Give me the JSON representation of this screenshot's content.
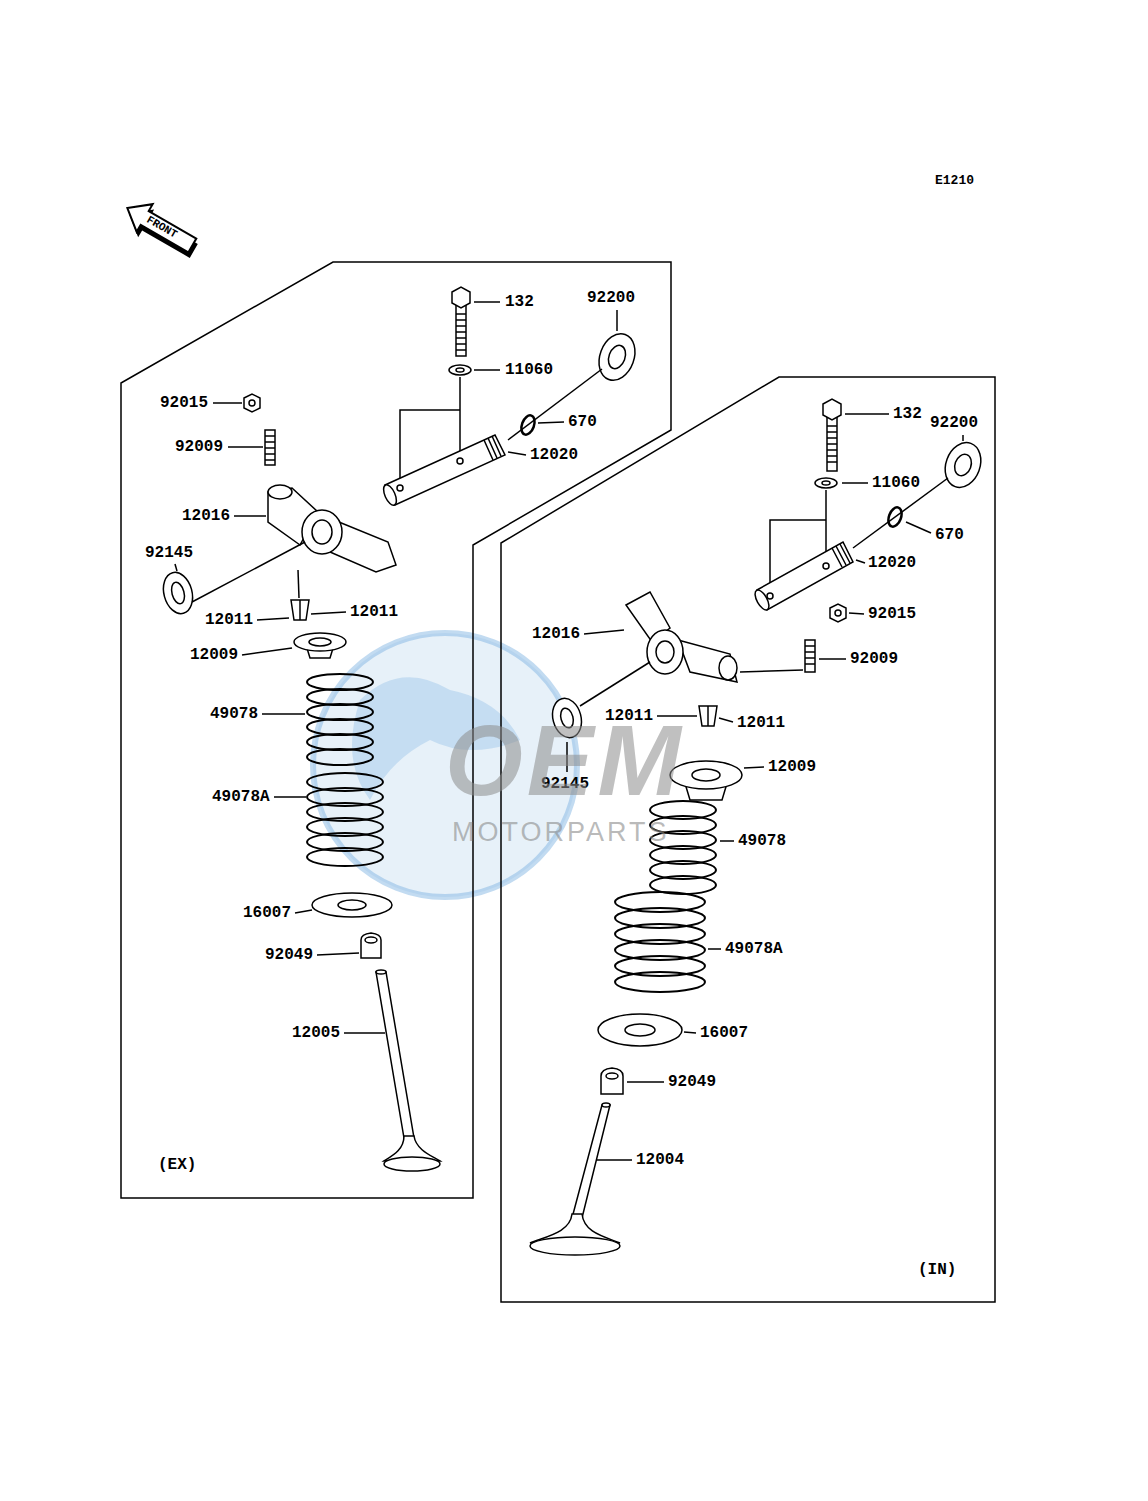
{
  "diagram": {
    "nodes": [
      {
        "text": [
          "(EX)"
        ]
      },
      {
        "text": [
          "(IN)"
        ]
      }
    ],
    "labels": [
      "E1210",
      "FRONT",
      "132",
      "92200",
      "11060",
      "92015",
      "670",
      "92009",
      "12020",
      "12016",
      "92145",
      "12011",
      "12011",
      "12009",
      "49078",
      "49078A",
      "16007",
      "92049",
      "12005",
      "132",
      "92200",
      "11060",
      "670",
      "12020",
      "12016",
      "92015",
      "92009",
      "12011",
      "12011",
      "92145",
      "12009",
      "49078",
      "49078A",
      "16007",
      "92049",
      "12004",
      "OEM",
      "MOTORPARTS"
    ]
  }
}
